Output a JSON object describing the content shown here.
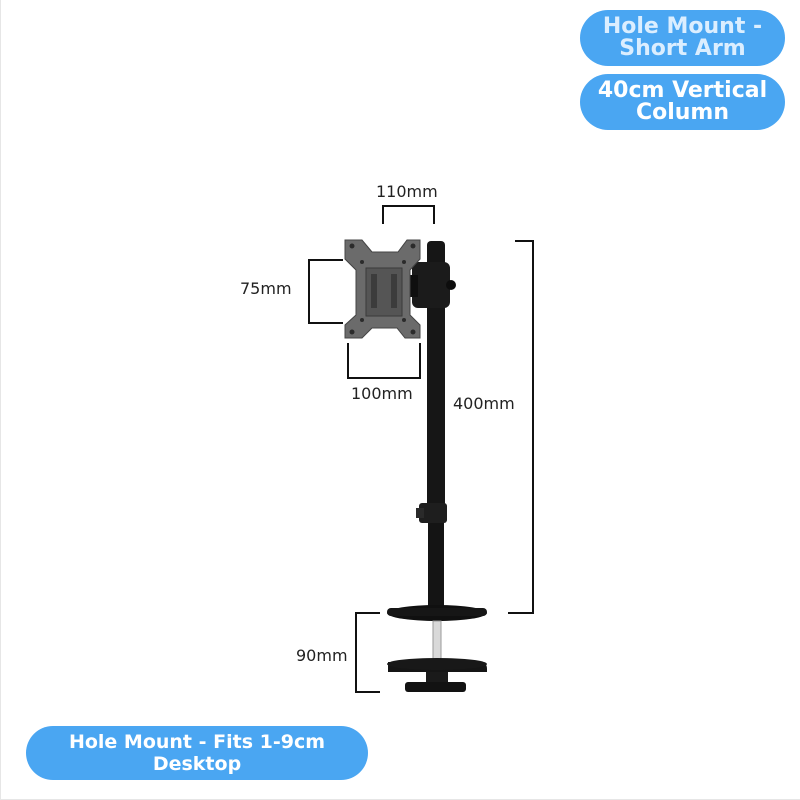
{
  "badges": {
    "top_primary": "Hole Mount - Short Arm",
    "top_secondary": "40cm Vertical Column",
    "bottom": "Hole Mount - Fits 1-9cm Desktop"
  },
  "dimensions": {
    "top_width": "110mm",
    "vesa_height": "75mm",
    "vesa_width": "100mm",
    "column_height": "400mm",
    "clamp_height": "90mm"
  },
  "colors": {
    "badge": "#4aa6f2",
    "mount_black": "#111111",
    "plate_gray": "#6b6b6b"
  }
}
